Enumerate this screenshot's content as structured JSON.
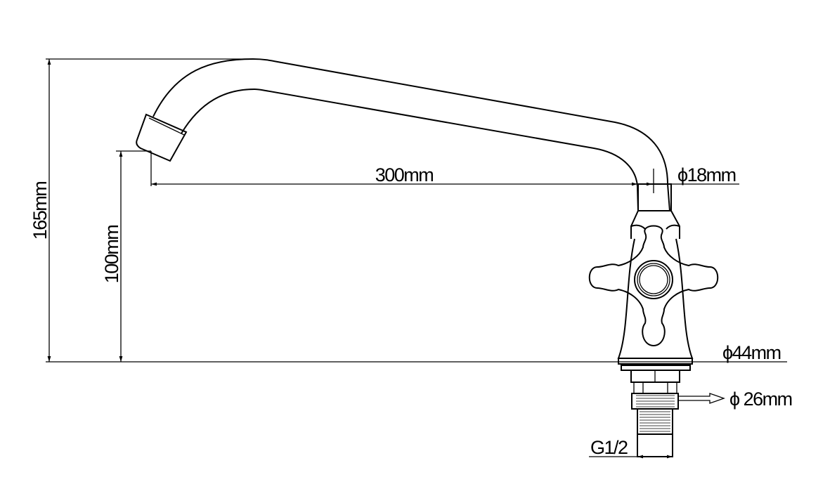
{
  "dimensions": {
    "total_height": "165mm",
    "spout_height": "100mm",
    "reach": "300mm",
    "pipe_diameter": "ϕ18mm",
    "base_diameter": "ϕ44mm",
    "shank_diameter": "ϕ 26mm",
    "thread": "G1/2"
  },
  "colors": {
    "line": "#000000",
    "background": "#ffffff"
  }
}
